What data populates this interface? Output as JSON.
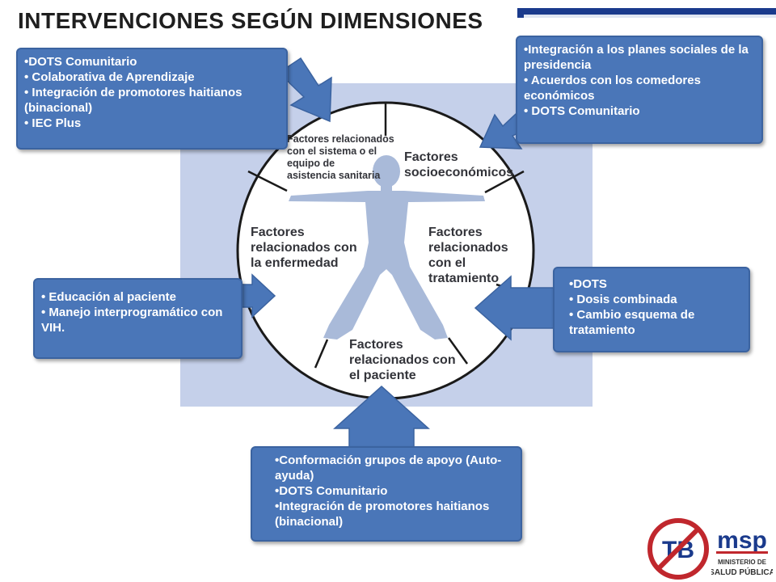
{
  "title": "INTERVENCIONES SEGÚN DIMENSIONES",
  "diagram": {
    "segments": {
      "top_left": [
        "Factores relacionados",
        "con el sistema o el",
        "equipo de",
        "asistencia sanitaria"
      ],
      "top_right": [
        "Factores",
        "socioeconómicos"
      ],
      "left": [
        "Factores",
        "relacionados con",
        "la enfermedad"
      ],
      "right": [
        "Factores",
        "relacionados",
        "con el",
        "tratamiento"
      ],
      "bottom": [
        "Factores",
        "relacionados con",
        "el paciente"
      ]
    }
  },
  "boxes": {
    "top_left": [
      "•DOTS  Comunitario",
      "• Colaborativa de Aprendizaje",
      "• Integración de promotores haitianos (binacional)",
      "• IEC Plus"
    ],
    "top_right": [
      "•Integración a los planes sociales de la presidencia",
      "• Acuerdos con los comedores económicos",
      "• DOTS  Comunitario"
    ],
    "left": [
      "• Educación al paciente",
      "• Manejo interprogramático con VIH."
    ],
    "right": [
      "•DOTS",
      "• Dosis combinada",
      "• Cambio esquema de tratamiento"
    ],
    "bottom": [
      "•Conformación grupos de apoyo (Auto-ayuda)",
      "•DOTS  Comunitario",
      "•Integración de promotores haitianos (binacional)"
    ]
  },
  "logos": {
    "tb_logo_text": "TB",
    "msp_logo_text": "msp",
    "msp_caption_1": "MINISTERIO DE",
    "msp_caption_2": "SALUD PÚBLICA"
  },
  "colors": {
    "box_fill": "#4a76b8",
    "arrow_fill": "#4a76b8",
    "panel_bg": "#c5d0ea",
    "figure": "#a9bad9",
    "accent_bar": "#1a3a8c"
  }
}
